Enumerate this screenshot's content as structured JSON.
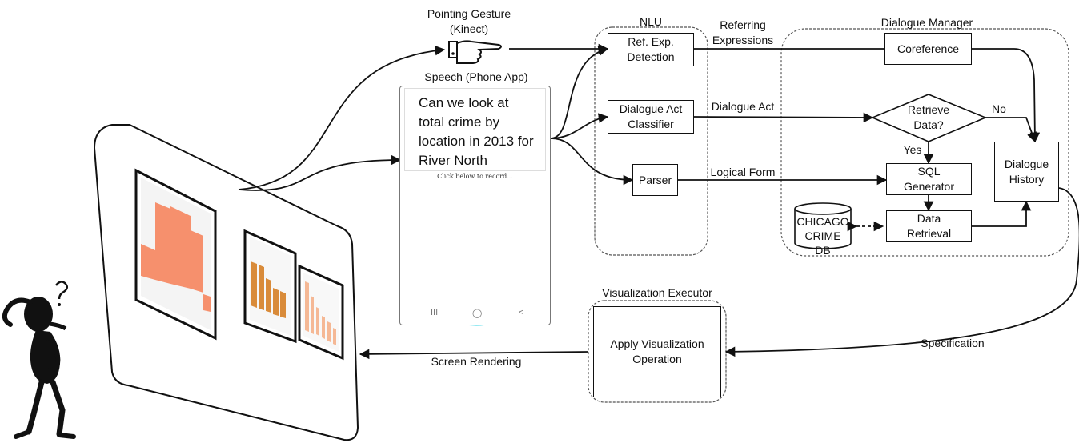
{
  "colors": {
    "line": "#111111",
    "group_border": "#555555",
    "bar_orange": "#f6906d",
    "bar_brown": "#d98b3a",
    "bar_peach": "#f5b895",
    "record_ring": "#2ad4e6",
    "ring_bg": "#f1f1f1"
  },
  "icons": {
    "pointing_hand": "pointing-hand-icon",
    "thinking_person": "thinking-person-icon",
    "database": "database-cylinder-icon"
  },
  "inputs": {
    "pointing": {
      "title": "Pointing Gesture",
      "subtitle": "(Kinect)"
    },
    "speech": {
      "title": "Speech (Phone App)",
      "utterance": "Can we look at total crime by location in 2013 for River North",
      "record_hint": "Click below to record...",
      "nav": [
        "III",
        "◯",
        "<"
      ]
    }
  },
  "nlu": {
    "label": "NLU",
    "ref_exp": "Ref. Exp. Detection",
    "dialogue_act": "Dialogue Act Classifier",
    "parser": "Parser"
  },
  "edges": {
    "referring": "Referring Expressions",
    "dialogue_act": "Dialogue Act",
    "logical_form": "Logical Form",
    "yes": "Yes",
    "no": "No",
    "specification": "Specification",
    "screen_rendering": "Screen Rendering"
  },
  "dialogue_manager": {
    "label": "Dialogue Manager",
    "coreference": "Coreference",
    "retrieve": "Retrieve Data?",
    "sql": "SQL Generator",
    "data_retrieval": "Data Retrieval",
    "db": "CHICAGO CRIME DB",
    "history": "Dialogue History"
  },
  "viz": {
    "label": "Visualization Executor",
    "operation": "Apply Visualization Operation"
  }
}
